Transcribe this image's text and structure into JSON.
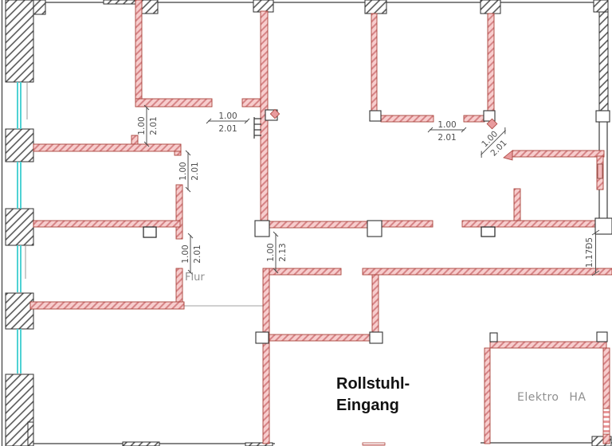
{
  "plan": {
    "rooms": {
      "flur": "Flur",
      "elektro": "Elektro HA",
      "entrance_line1": "Rollstuhl-",
      "entrance_line2": "Eingang"
    },
    "dims": {
      "d1": {
        "a": "1.00",
        "b": "2.01",
        "orientation": "vertical"
      },
      "d2": {
        "a": "1.00",
        "b": "2.01",
        "orientation": "vertical"
      },
      "d3": {
        "a": "1.00",
        "b": "2.01",
        "orientation": "vertical"
      },
      "d4": {
        "a": "1.00",
        "b": "2.13",
        "orientation": "vertical"
      },
      "d5": {
        "a": "1.00",
        "b": "2.01",
        "orientation": "horizontal"
      },
      "d6": {
        "a": "1.00",
        "b": "2.01",
        "orientation": "horizontal"
      },
      "d7": {
        "a": "1.00",
        "b": "2.01",
        "orientation": "diagonal"
      },
      "d8": {
        "a": "1.17Ð5",
        "orientation": "vertical"
      }
    },
    "colors": {
      "wall_fill": "#f7cdcd",
      "wall_hatch": "#d68486",
      "wall_outline": "#a8423a",
      "masonry_hatch": "#4d4d4d",
      "window_cyan": "#4fd2d4",
      "dim_text": "#4f4f4f",
      "room_label": "#8f8f8f",
      "title_text": "#121212"
    }
  }
}
